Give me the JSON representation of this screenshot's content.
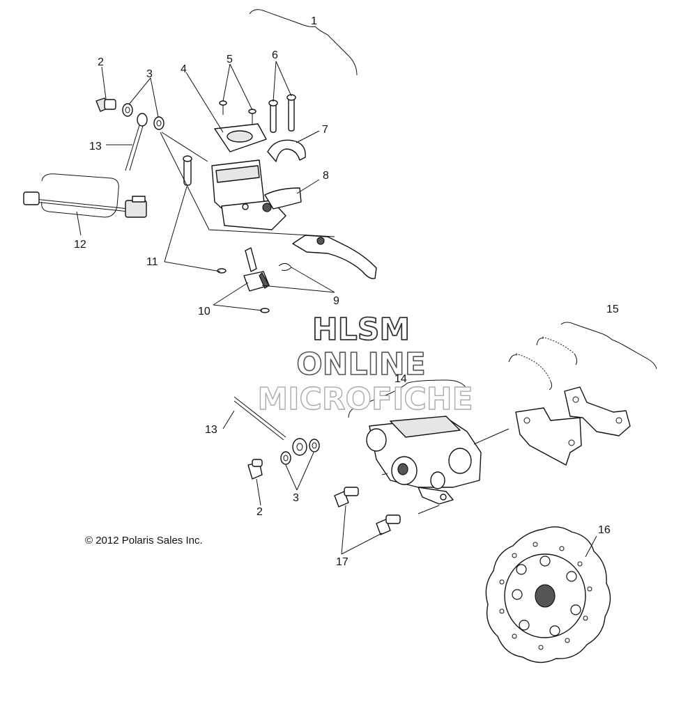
{
  "callouts": {
    "c1": "1",
    "c2a": "2",
    "c2b": "2",
    "c3a": "3",
    "c3b": "3",
    "c4": "4",
    "c5": "5",
    "c6": "6",
    "c7": "7",
    "c8": "8",
    "c9": "9",
    "c10": "10",
    "c11": "11",
    "c12": "12",
    "c13a": "13",
    "c13b": "13",
    "c14": "14",
    "c15": "15",
    "c16": "16",
    "c17": "17"
  },
  "copyright": "© 2012 Polaris Sales Inc.",
  "watermark": {
    "line1": "HLSM",
    "line2": "ONLINE",
    "line3": "MICROFICHE"
  }
}
